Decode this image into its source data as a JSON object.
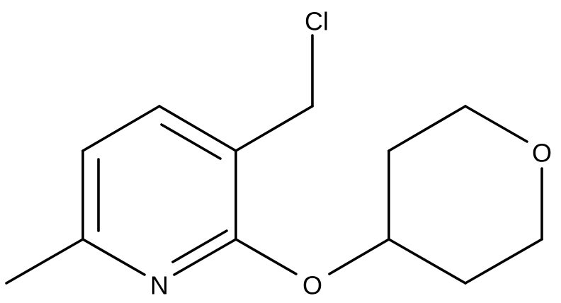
{
  "diagram": {
    "atoms": [
      {
        "id": "cl",
        "label": "Cl"
      },
      {
        "id": "o_ring",
        "label": "O"
      },
      {
        "id": "n_pyridine",
        "label": "N"
      },
      {
        "id": "o_ether",
        "label": "O"
      }
    ]
  }
}
